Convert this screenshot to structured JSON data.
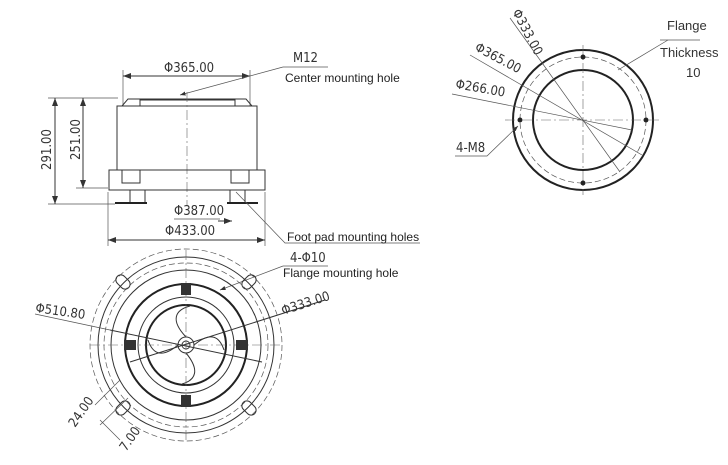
{
  "front_view": {
    "dia_365": "Φ365.00",
    "center_hole_spec": "M12",
    "center_hole_label": "Center mounting hole",
    "height_291": "291.00",
    "height_251": "251.00",
    "dia_387": "Φ387.00",
    "dia_433": "Φ433.00",
    "foot_pad_label": "Foot pad mounting holes"
  },
  "plan_view": {
    "flange_hole_spec": "4-Φ10",
    "flange_hole_label": "Flange mounting hole",
    "dia_510": "Φ510.80",
    "dia_333": "Φ333.00",
    "dim_24": "24.00",
    "dim_7": "7.00"
  },
  "flange_view": {
    "dia_333": "Φ333.00",
    "dia_365": "Φ365.00",
    "dia_266": "Φ266.00",
    "thread_spec": "4-M8",
    "flange_label_1": "Flange",
    "flange_label_2": "Thickness",
    "flange_label_3": "10"
  }
}
